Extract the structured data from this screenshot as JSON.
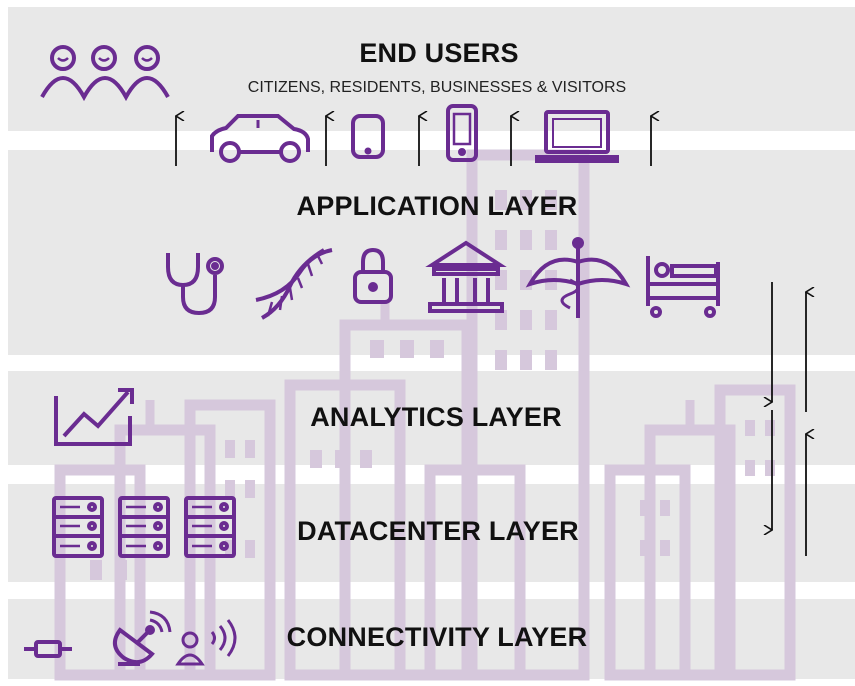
{
  "colors": {
    "accent": "#6a2c91",
    "band": "#e8e8e8",
    "city": "#d6c8dc",
    "arrow": "#111111"
  },
  "layers": {
    "end_users": {
      "title": "END USERS",
      "subtitle": "CITIZENS, RESIDENTS, BUSINESSES & VISITORS",
      "icons": [
        "people-icon",
        "car-icon",
        "tablet-icon",
        "smartphone-icon",
        "laptop-icon"
      ]
    },
    "application": {
      "title": "APPLICATION LAYER",
      "icons": [
        "stethoscope-icon",
        "dna-icon",
        "padlock-icon",
        "bank-building-icon",
        "caduceus-icon",
        "hospital-bed-icon"
      ]
    },
    "analytics": {
      "title": "ANALYTICS LAYER",
      "icons": [
        "trend-chart-icon"
      ]
    },
    "datacenter": {
      "title": "DATACENTER LAYER",
      "icons": [
        "server-rack-icon",
        "server-rack-icon",
        "server-rack-icon"
      ]
    },
    "connectivity": {
      "title": "CONNECTIVITY LAYER",
      "icons": [
        "fiber-link-icon",
        "satellite-dish-icon",
        "wireless-person-icon"
      ]
    }
  }
}
